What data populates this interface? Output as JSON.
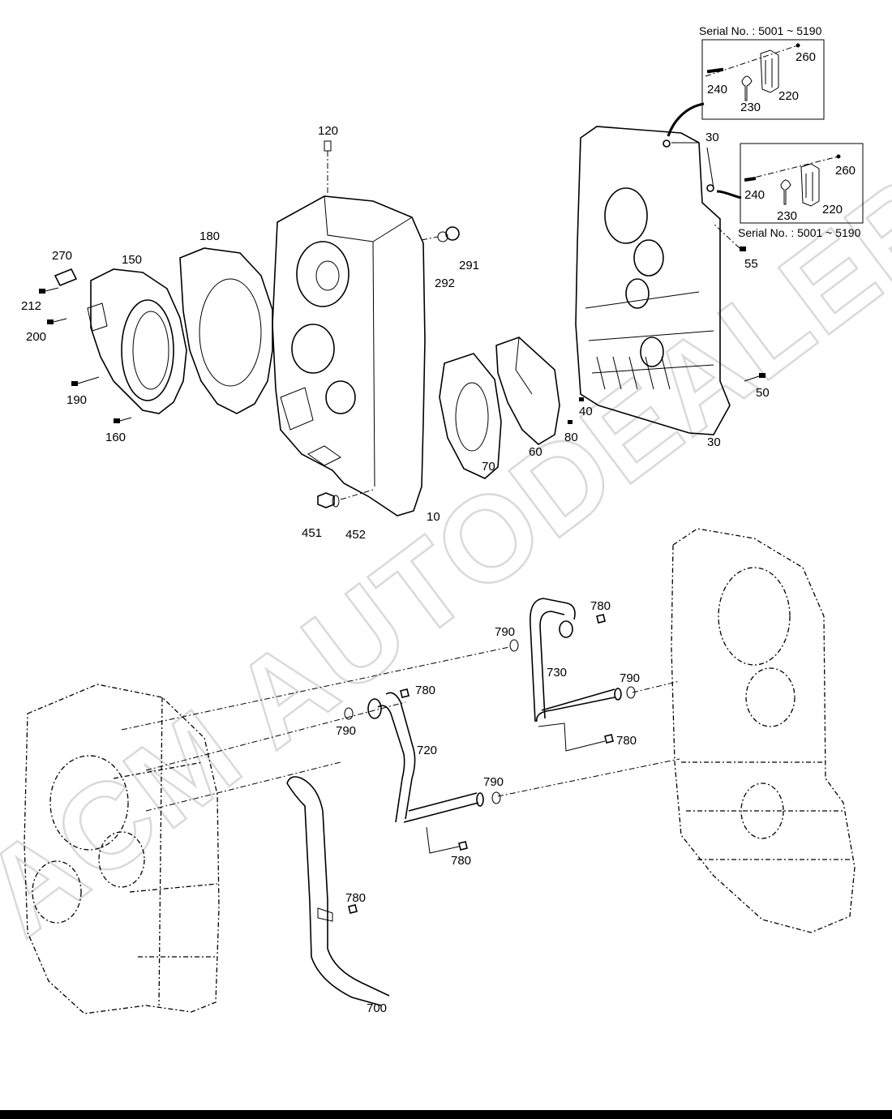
{
  "watermark": "ACM AUTODEALER.RU",
  "serial_boxes": [
    {
      "text": "Serial No.  : 5001 ~ 5190",
      "labels": [
        "260",
        "240",
        "230",
        "220"
      ]
    },
    {
      "text": "Serial No.  : 5001 ~ 5190",
      "labels": [
        "260",
        "240",
        "230",
        "220"
      ]
    }
  ],
  "labels": {
    "l120": "120",
    "l180": "180",
    "l150": "150",
    "l270": "270",
    "l212": "212",
    "l200": "200",
    "l190": "190",
    "l160": "160",
    "l291": "291",
    "l292": "292",
    "l30a": "30",
    "l55": "55",
    "l50": "50",
    "l40": "40",
    "l80": "80",
    "l30b": "30",
    "l60": "60",
    "l70": "70",
    "l10": "10",
    "l451": "451",
    "l452": "452",
    "l780a": "780",
    "l790a": "790",
    "l730": "730",
    "l790b": "790",
    "l780b": "780",
    "l790c": "790",
    "l720": "720",
    "l780c": "780",
    "l790d": "790",
    "l780d": "780",
    "l780e": "780",
    "l700": "700"
  }
}
